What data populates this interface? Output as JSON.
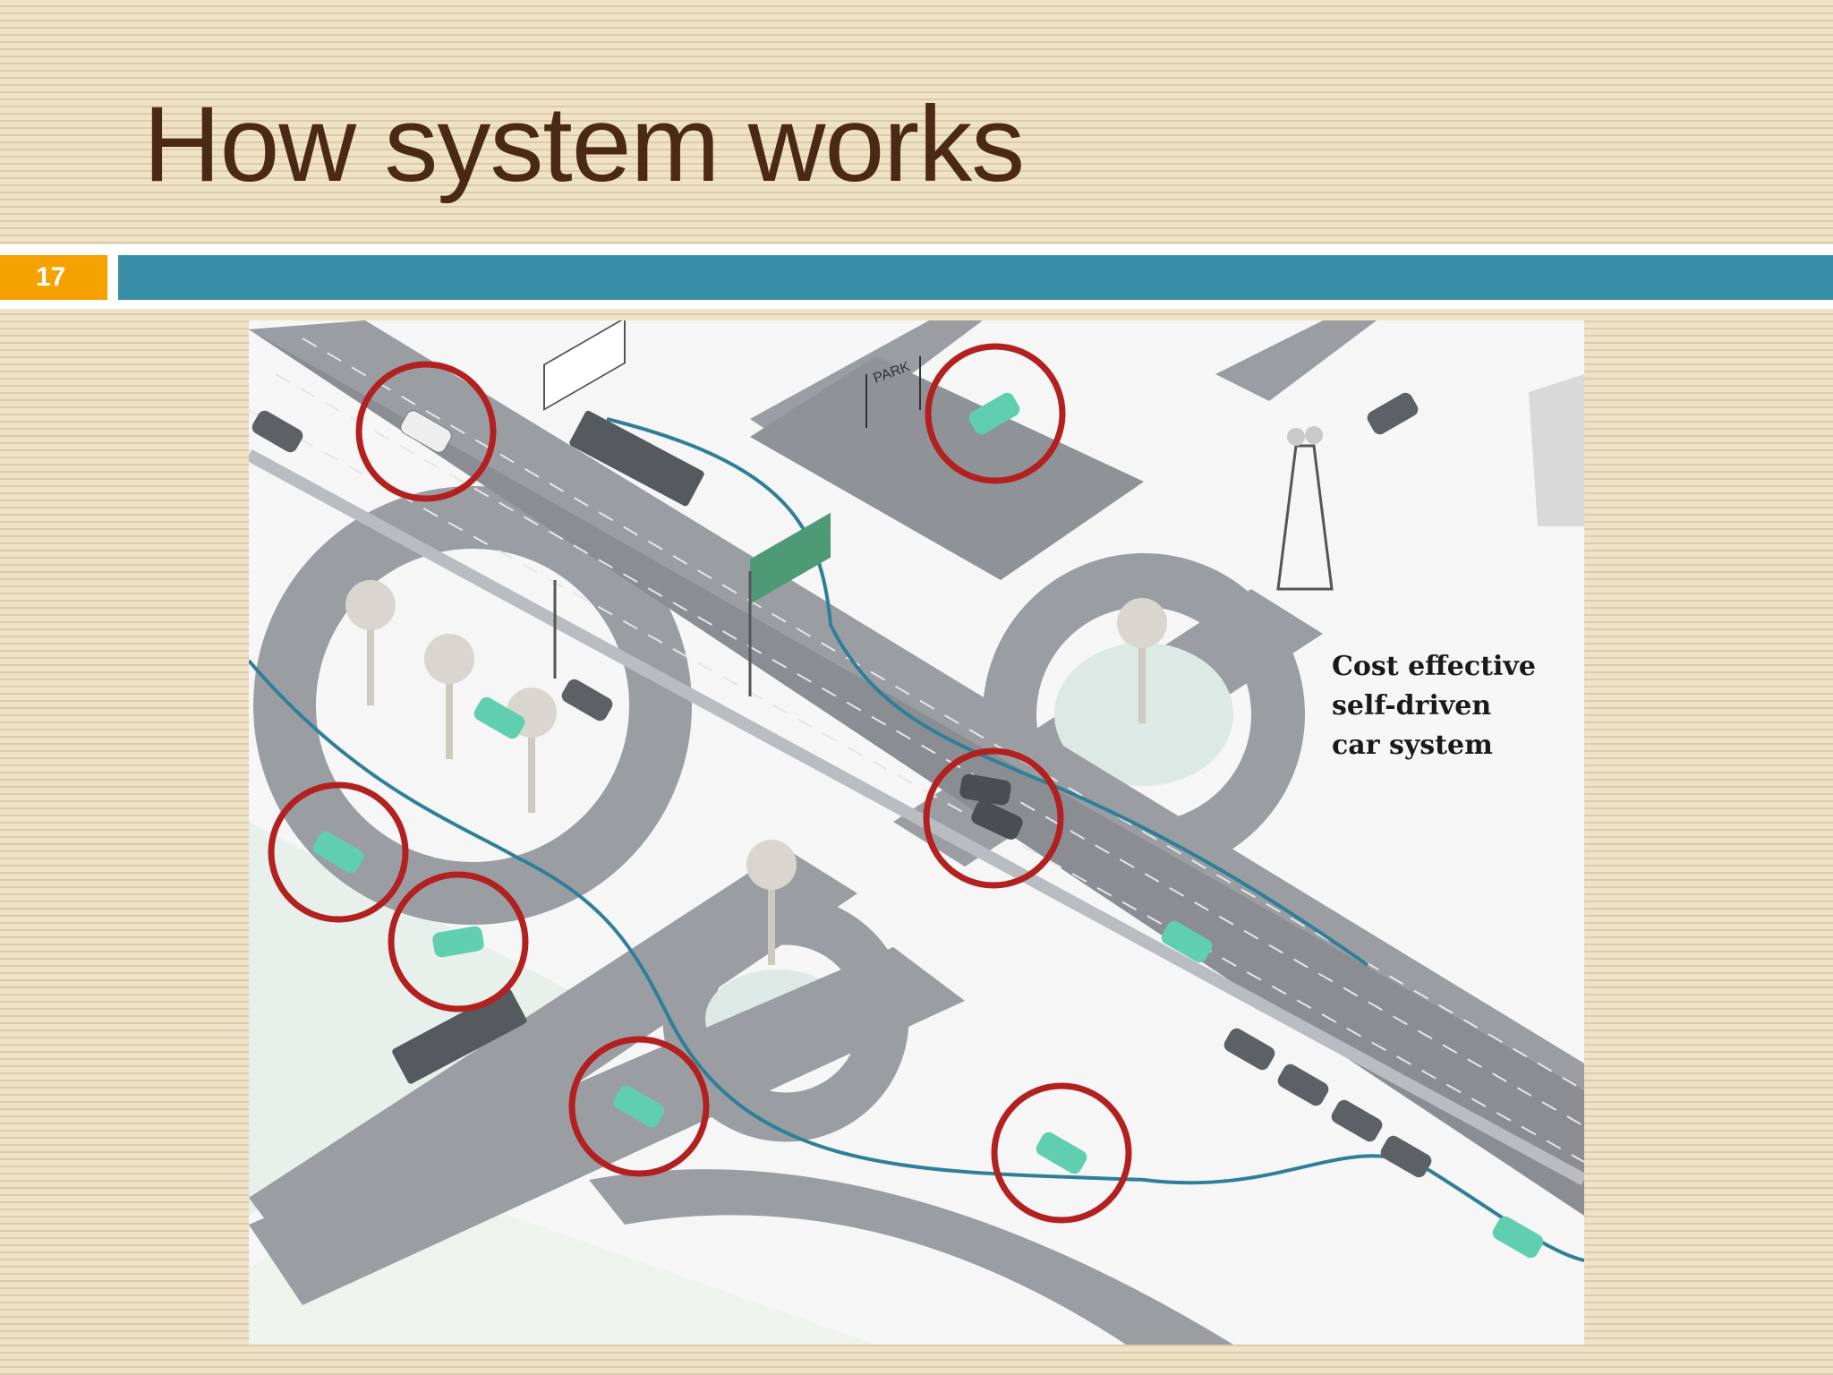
{
  "slide": {
    "title": "How system works",
    "number": "17",
    "accent_color": "#3a8fa8",
    "number_badge_color": "#f5a100",
    "title_color": "#4a2a17"
  },
  "figure": {
    "sign_text": "PARK",
    "caption_lines": [
      "Cost effective",
      "self-driven",
      "car system"
    ],
    "highlight_color": "#b32020",
    "self_driving_car_color": "#5fcfb0",
    "route_color": "#2f7f98"
  }
}
